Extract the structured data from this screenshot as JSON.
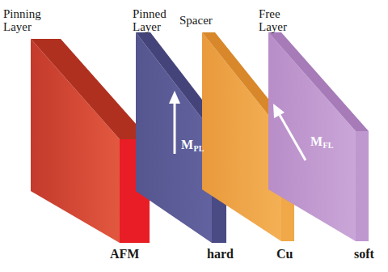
{
  "diagram": {
    "nodes": [
      {
        "text": [
          "Pinning Layer",
          "AFM"
        ]
      },
      {
        "text": [
          "Pinned Layer",
          "hard"
        ]
      },
      {
        "text": [
          "Spacer",
          "Cu"
        ]
      },
      {
        "text": [
          "Free Layer",
          "soft"
        ]
      }
    ],
    "labels": [
      "M",
      "PL",
      "M",
      "FL"
    ]
  }
}
